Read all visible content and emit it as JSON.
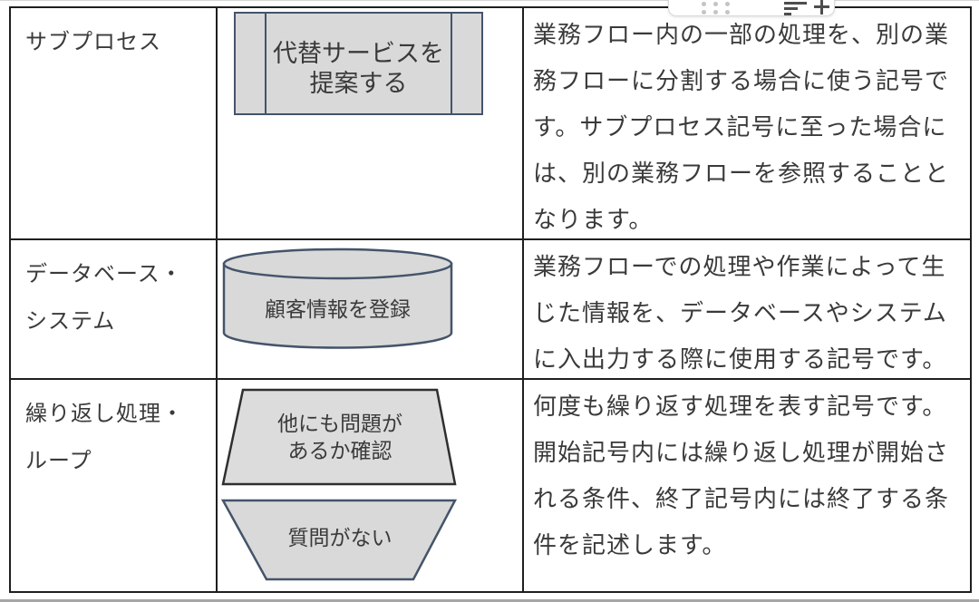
{
  "colors": {
    "table_border": "#1f1f1f",
    "shape_fill": "#d9d9d9",
    "shape_stroke_navy": "#44546a",
    "shape_stroke_dark": "#2f2f2f",
    "text": "#3a3a3a",
    "toolbar_icon": "#4d4d4d",
    "toolbar_dot": "#c4c4c4"
  },
  "toolbar": {
    "icons": [
      "drag-handle-six-dots",
      "align-lines",
      "plus"
    ]
  },
  "table": {
    "rows": [
      {
        "term": "サブプロセス",
        "symbol_type": "subprocess",
        "symbol_text": "代替サービスを\n提案する",
        "description": "業務フロー内の一部の処理を、別の業\n務フローに分割する場合に使う記号で\nす。サブプロセス記号に至った場合に\nは、別の業務フローを参照することと\nなります。"
      },
      {
        "term": "データベース・\nシステム",
        "symbol_type": "database-cylinder",
        "symbol_text": "顧客情報を登録",
        "description": "業務フローでの処理や作業によって生\nじた情報を、データベースやシステム\nに入出力する際に使用する記号です。"
      },
      {
        "term": "繰り返し処理・\nループ",
        "symbol_type": "loop-start-end",
        "symbol_text_start": "他にも問題が\nあるか確認",
        "symbol_text_end": "質問がない",
        "description": "何度も繰り返す処理を表す記号です。\n開始記号内には繰り返し処理が開始さ\nれる条件、終了記号内には終了する条\n件を記述します。"
      }
    ]
  }
}
